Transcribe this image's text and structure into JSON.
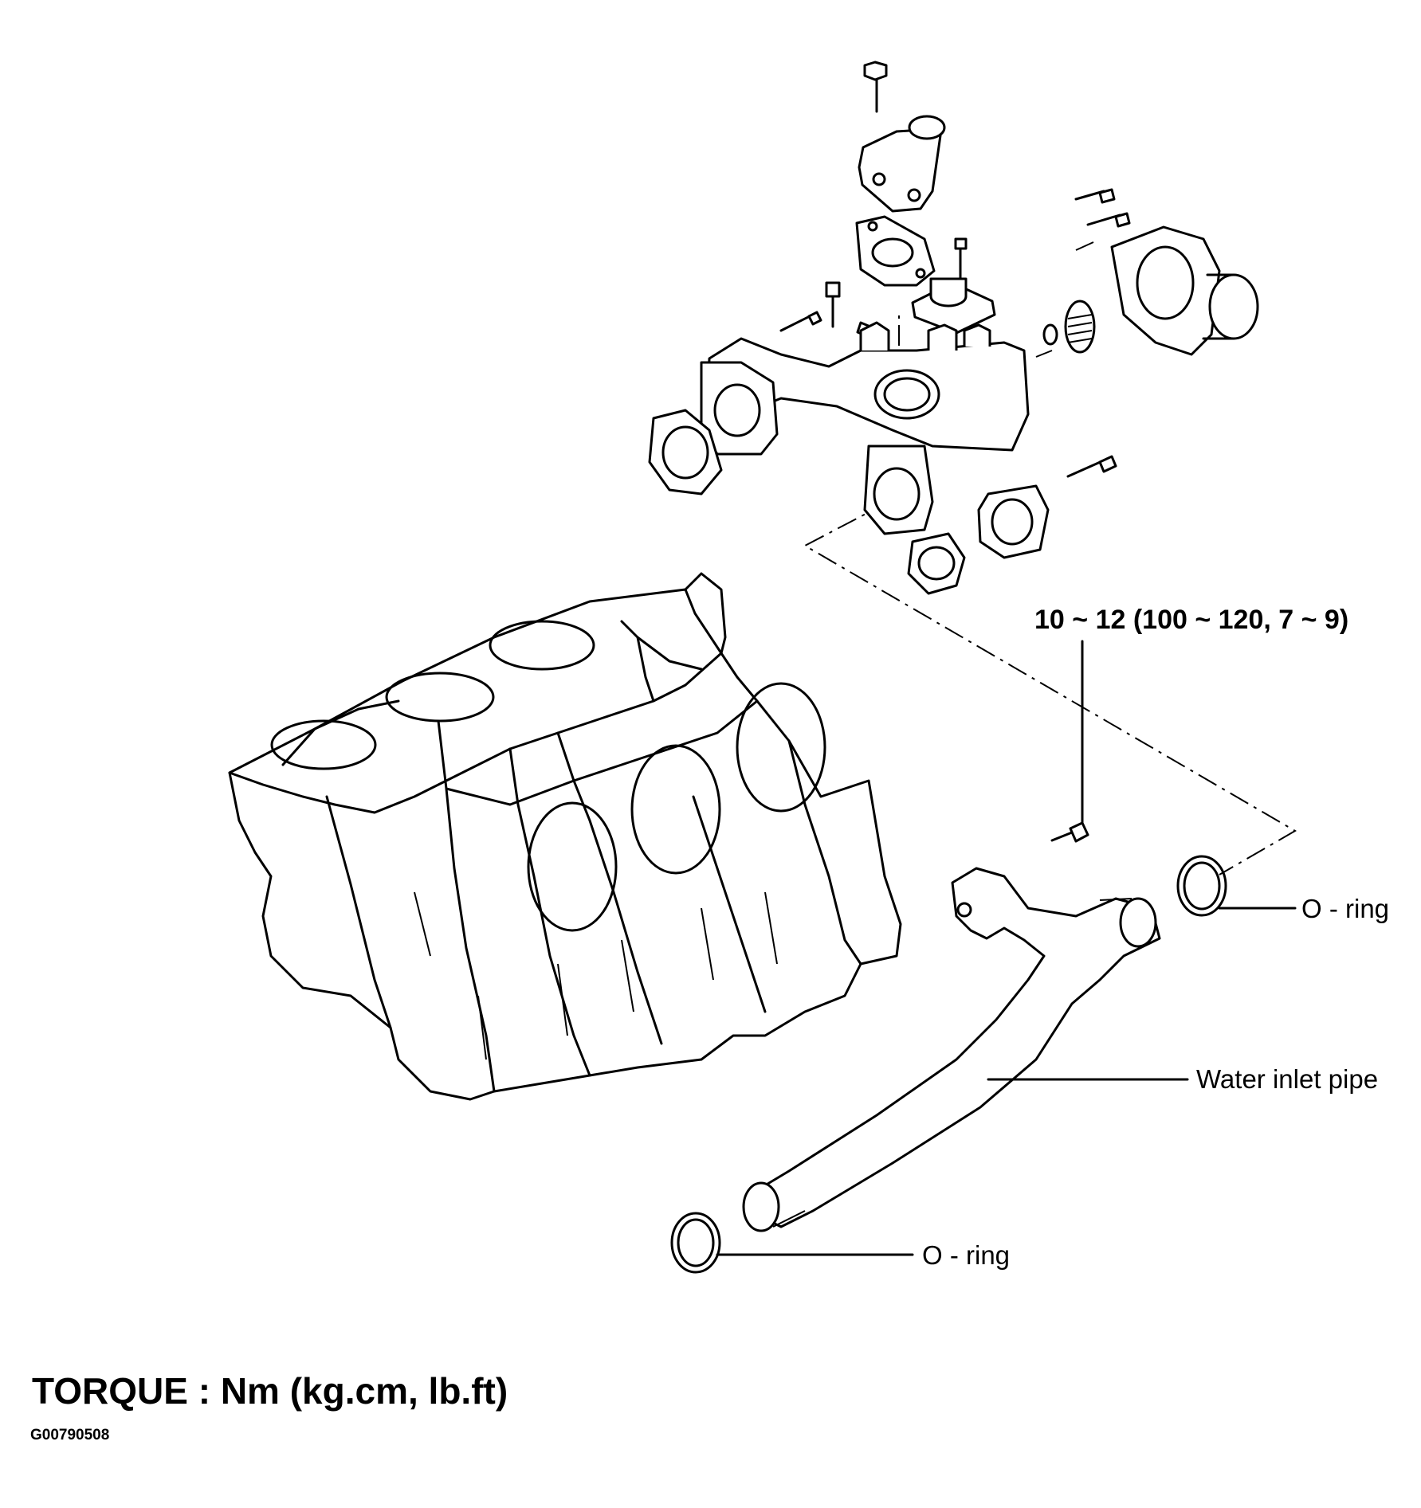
{
  "labels": {
    "torque_spec": "10 ~ 12 (100 ~ 120, 7 ~ 9)",
    "oring_upper": "O - ring",
    "water_inlet_pipe": "Water inlet pipe",
    "oring_lower": "O - ring",
    "torque_units": "TORQUE : Nm (kg.cm, lb.ft)",
    "figure_code": "G00790508"
  }
}
